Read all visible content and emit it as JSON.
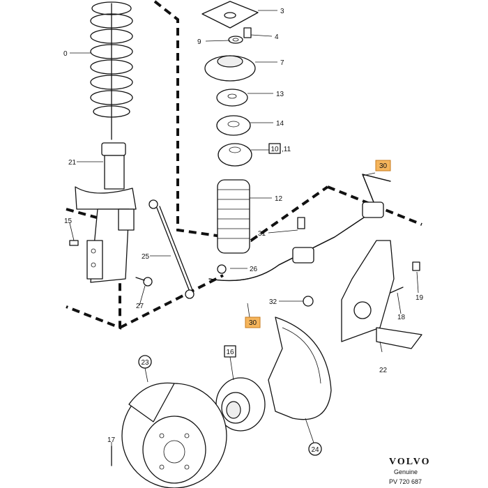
{
  "diagram": {
    "callouts": {
      "c3": "3",
      "c4": "4",
      "c7": "7",
      "c9": "9",
      "c10": "10",
      "c11": ",11",
      "c12": "12",
      "c13": "13",
      "c14": "14",
      "c15": "15",
      "c16": "16",
      "c17": "17",
      "c18": "18",
      "c19": "19",
      "c20": "0",
      "c21": "21",
      "c22": "22",
      "c23": "23",
      "c24": "24",
      "c25": "25",
      "c26": "26",
      "c27": "27",
      "c31": "31",
      "c32": "32",
      "c30a": "30",
      "c30b": "30"
    },
    "highlight_color": "#f5b55c",
    "footer": {
      "brand": "VOLVO",
      "genuine": "Genuine",
      "part_number": "PV 720 687"
    }
  }
}
